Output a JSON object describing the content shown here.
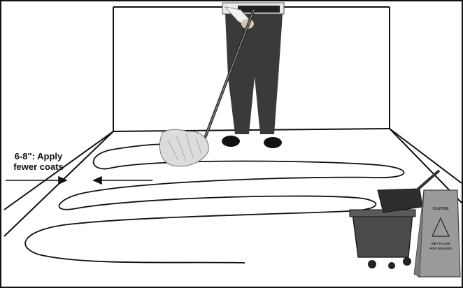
{
  "annotation": {
    "line1": "6-8\": Apply",
    "line2": "fewer coats"
  },
  "sign": {
    "caution": "CAUTION",
    "lines": [
      "WET FLOOR",
      "PISO MOJADO"
    ]
  },
  "colors": {
    "outline": "#111111",
    "floor": "#ffffff",
    "trousers": "#3a3a3a",
    "mop_head": "#dcdcdc",
    "bucket": "#4a4a4a",
    "sign": "#9a9a9a"
  }
}
